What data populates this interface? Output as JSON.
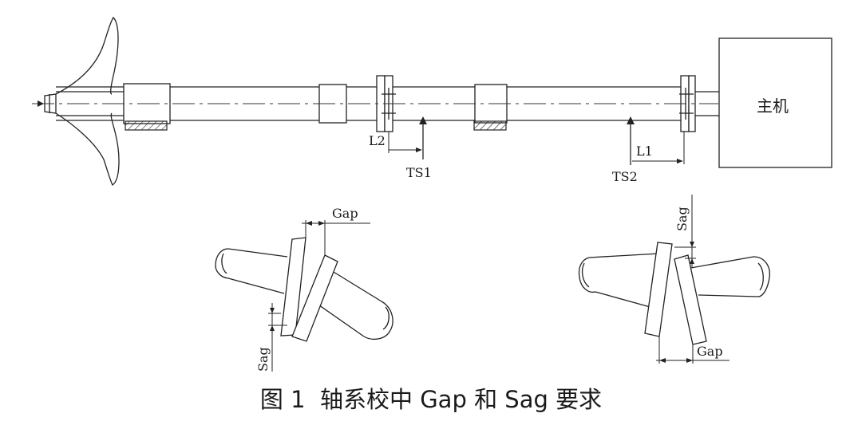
{
  "labels": {
    "engine": "主机",
    "L1": "L1",
    "L2": "L2",
    "TS1": "TS1",
    "TS2": "TS2",
    "gap_left": "Gap",
    "sag_left": "Sag",
    "gap_right": "Gap",
    "sag_right": "Sag"
  },
  "caption": "图 1  轴系校中 Gap 和 Sag 要求"
}
